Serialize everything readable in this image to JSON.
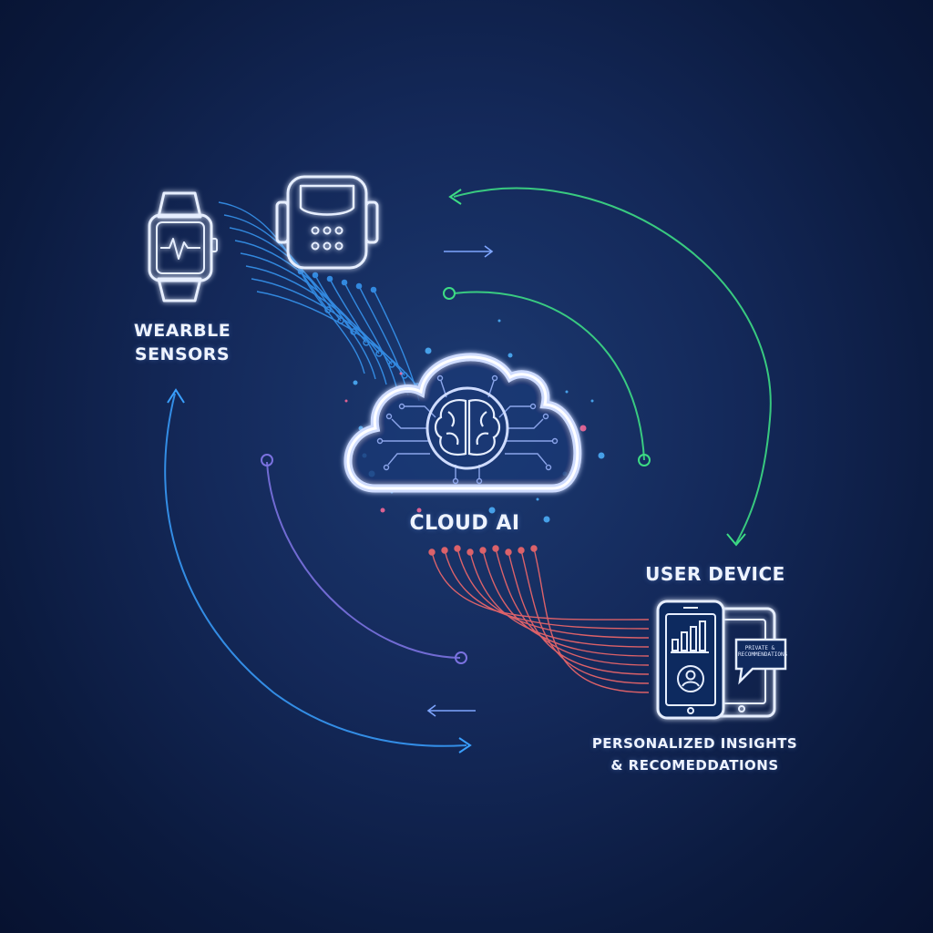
{
  "colors": {
    "background": "#0f2250",
    "outline": "#e6eeff",
    "blue_flow": "#3aa0ff",
    "green_flow": "#3ddc84",
    "purple_flow": "#7b72e0",
    "red_flow": "#ff6b6b",
    "cloud_glow": "#8fb4ff"
  },
  "nodes": {
    "wearable": {
      "label_line1": "WEARBLE",
      "label_line2": "SENSORS",
      "icons": [
        "smartwatch-icon",
        "fitness-band-icon"
      ]
    },
    "cloud": {
      "label": "CLOUD AI",
      "icons": [
        "cloud-icon",
        "brain-icon",
        "circuit-icon"
      ]
    },
    "device": {
      "label": "USER DEVICE",
      "icons": [
        "smartphone-icon",
        "tablet-icon",
        "bar-chart-icon",
        "user-avatar-icon",
        "chat-bubble-icon"
      ],
      "bubble_text": "PRIVATE & RECOMMENDATIONS",
      "caption_line1": "PERSONALIZED INSIGHTS",
      "caption_line2": "& RECOMEDDATIONS"
    }
  },
  "chart_data": {
    "type": "diagram",
    "nodes": [
      "WEARBLE SENSORS",
      "CLOUD AI",
      "USER DEVICE"
    ],
    "edges": [
      {
        "from": "WEARBLE SENSORS",
        "to": "CLOUD AI",
        "color": "blue"
      },
      {
        "from": "CLOUD AI",
        "to": "USER DEVICE",
        "color": "green"
      },
      {
        "from": "USER DEVICE",
        "to": "CLOUD AI",
        "color": "red"
      },
      {
        "from": "USER DEVICE",
        "to": "WEARBLE SENSORS",
        "color": "blue"
      }
    ]
  }
}
